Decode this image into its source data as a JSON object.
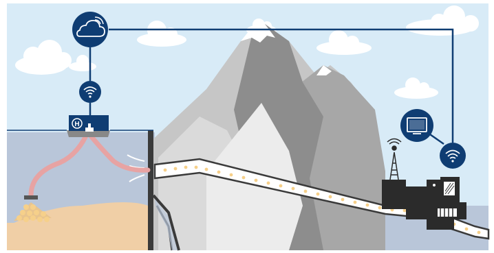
{
  "diagram": {
    "type": "illustration",
    "subject": "remote-monitored-sand-pipeline",
    "nodes": [
      {
        "id": "cloud",
        "icon": "cloud-wifi-icon"
      },
      {
        "id": "ship-wifi",
        "icon": "wifi-icon"
      },
      {
        "id": "station-wifi",
        "icon": "wifi-icon"
      },
      {
        "id": "monitor",
        "icon": "monitor-icon"
      },
      {
        "id": "dredger-ship",
        "icon": "ship-icon",
        "badge": "H"
      },
      {
        "id": "radio-tower",
        "icon": "antenna-icon"
      },
      {
        "id": "pump-station",
        "icon": "building-icon"
      }
    ],
    "links": [
      {
        "from": "cloud",
        "to": "ship-wifi"
      },
      {
        "from": "cloud",
        "to": "station-wifi"
      },
      {
        "from": "station-wifi",
        "to": "monitor"
      }
    ]
  },
  "ship": {
    "badge_label": "H"
  },
  "colors": {
    "sky": "#d8ebf7",
    "navy": "#0f3d73",
    "water": "#b9c6d9",
    "sand": "#f0cfa6",
    "mountain_light": "#c9c9c9",
    "mountain_dark": "#9a9a9a",
    "snow": "#ffffff",
    "hose": "#e7a3a3",
    "pipe": "#3a3a3a",
    "slurry": "#f6d08a",
    "building": "#2b2b2b"
  }
}
